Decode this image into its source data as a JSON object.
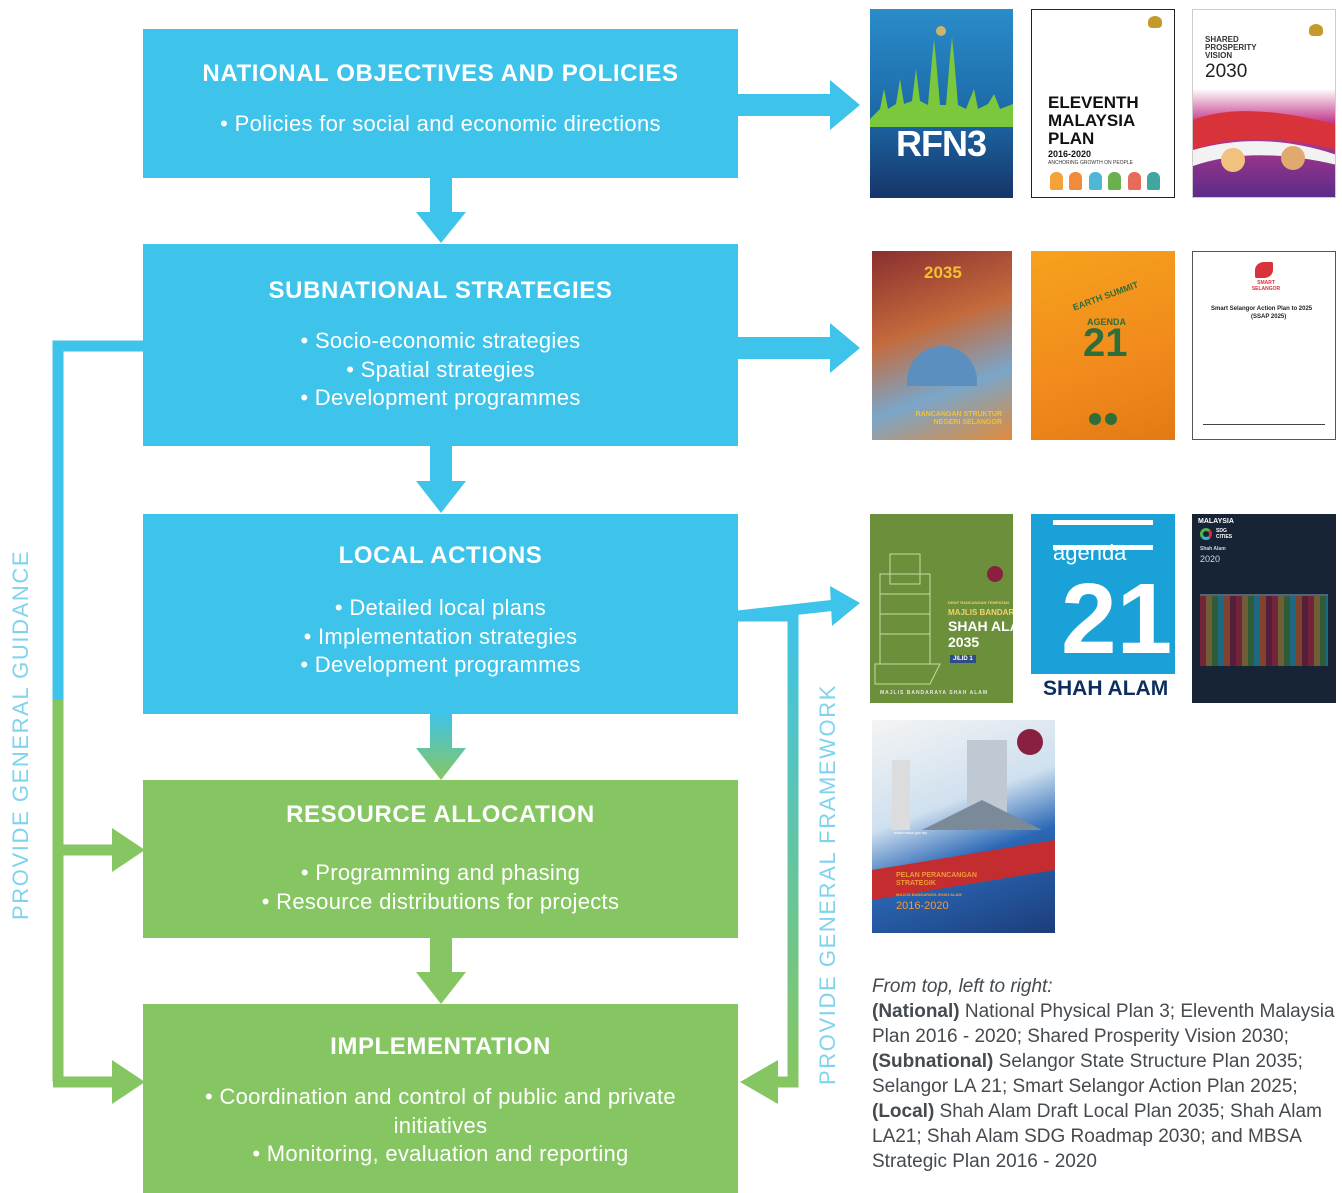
{
  "colors": {
    "blue": "#3ec3ea",
    "green": "#86c662",
    "label": "#7fd3ef",
    "caption": "#444a4f"
  },
  "boxes": [
    {
      "title": "NATIONAL OBJECTIVES AND POLICIES",
      "items": [
        "Policies for social and economic directions"
      ],
      "color": "blue"
    },
    {
      "title": "SUBNATIONAL STRATEGIES",
      "items": [
        "Socio-economic strategies",
        "Spatial strategies",
        "Development programmes"
      ],
      "color": "blue"
    },
    {
      "title": "LOCAL ACTIONS",
      "items": [
        "Detailed local plans",
        "Implementation strategies",
        "Development programmes"
      ],
      "color": "blue"
    },
    {
      "title": "RESOURCE ALLOCATION",
      "items": [
        "Programming and phasing",
        "Resource distributions for projects"
      ],
      "color": "green"
    },
    {
      "title": "IMPLEMENTATION",
      "items": [
        "Coordination and control of public and private initiatives",
        "Monitoring, evaluation and reporting"
      ],
      "color": "green"
    }
  ],
  "side_labels": {
    "left": "PROVIDE GENERAL GUIDANCE",
    "middle": "PROVIDE GENERAL FRAMEWORK"
  },
  "covers": {
    "rfn3": {
      "title": "RFN3"
    },
    "eleventh": {
      "title_lines": [
        "ELEVENTH",
        "MALAYSIA",
        "PLAN"
      ],
      "years": "2016-2020",
      "tagline": "ANCHORING GROWTH ON PEOPLE"
    },
    "spv": {
      "title_lines": [
        "SHARED",
        "PROSPERITY",
        "VISION"
      ],
      "year": "2030"
    },
    "selangor_structure": {
      "year": "2035",
      "title": "RANCANGAN STRUKTUR NEGERI SELANGOR"
    },
    "la21_selangor": {
      "lines": [
        "EARTH SUMMIT",
        "AGENDA",
        "21"
      ]
    },
    "smart_selangor": {
      "logo": "SMART SELANGOR",
      "title": "Smart Selangor Action Plan to 2025",
      "subtitle": "(SSAP 2025)"
    },
    "shah_alam_draft": {
      "lines": [
        "DRAF RANCANGAN TEMPATAN",
        "MAJLIS BANDARAYA",
        "SHAH ALAM",
        "2035"
      ],
      "jilid": "JILID 1",
      "footer": "MAJLIS BANDARAYA SHAH ALAM"
    },
    "shah_alam_la21": {
      "top": "agenda",
      "num": "21",
      "bottom": "SHAH ALAM"
    },
    "sdg_cities": {
      "lines": [
        "MALAYSIA",
        "SDG",
        "CITIES"
      ],
      "sub": "Shah Alam",
      "year": "2020"
    },
    "mbsa_strategic": {
      "site": "www.mbsa.gov.my",
      "lines": [
        "PELAN PERANCANGAN",
        "STRATEGIK"
      ],
      "org": "MAJLIS BANDARAYA SHAH ALAM",
      "years": "2016-2020"
    }
  },
  "caption": {
    "intro": "From top, left to right:",
    "parts": [
      {
        "bold": "(National)",
        "text": " National Physical Plan 3; Eleventh Malaysia Plan 2016 - 2020; Shared Prosperity Vision 2030; "
      },
      {
        "bold": "(Subnational)",
        "text": " Selangor State Structure Plan 2035; Selangor LA 21; Smart Selangor Action Plan 2025; "
      },
      {
        "bold": "(Local)",
        "text": " Shah Alam Draft Local Plan 2035; Shah Alam LA21; Shah Alam SDG Roadmap 2030; and MBSA Strategic Plan 2016 - 2020"
      }
    ]
  }
}
